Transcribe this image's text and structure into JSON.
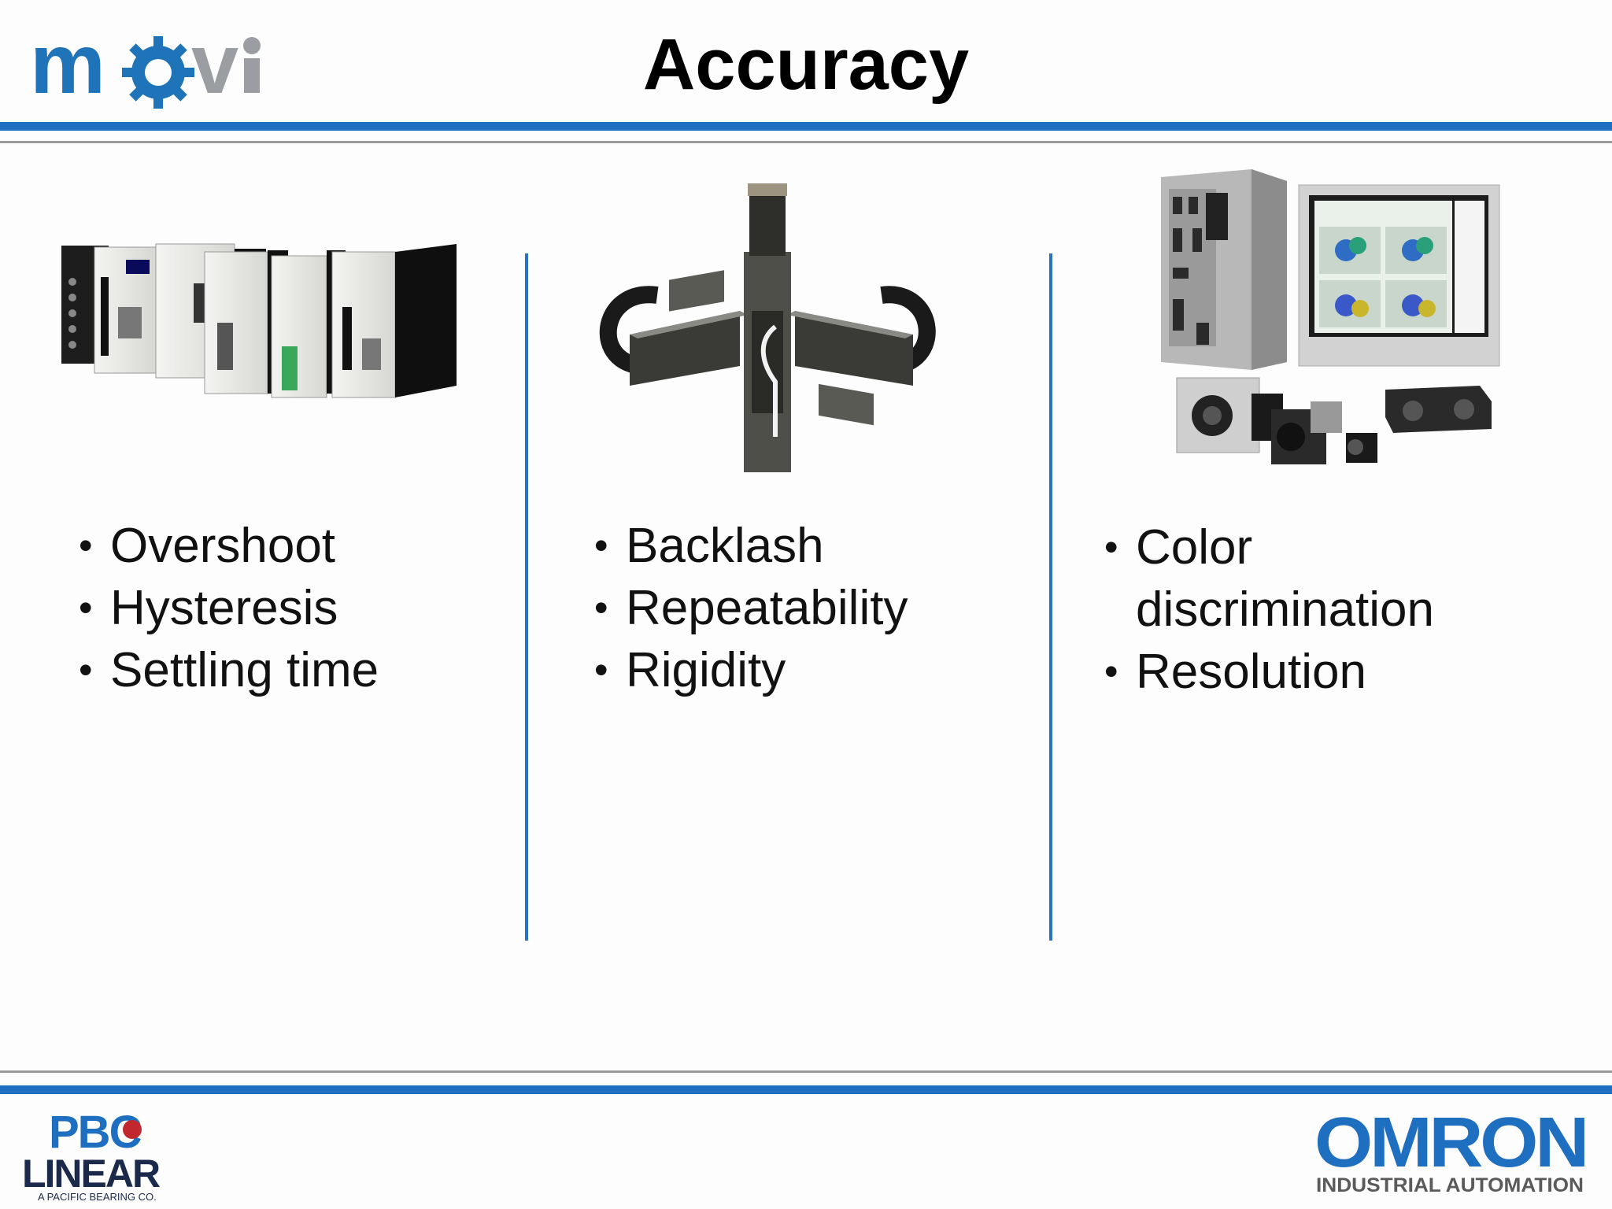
{
  "slide": {
    "title": "Accuracy"
  },
  "logos": {
    "top_left": "mövi",
    "bottom_left_line1": "PBC",
    "bottom_left_line2": "LINEAR",
    "bottom_left_tagline": "A PACIFIC BEARING CO.",
    "bottom_right_line1": "OMRON",
    "bottom_right_line2": "INDUSTRIAL AUTOMATION"
  },
  "columns": [
    {
      "image": "motion-controller-modules",
      "bullets": [
        "Overshoot",
        "Hysteresis",
        "Settling time"
      ]
    },
    {
      "image": "xyz-linear-stage",
      "bullets": [
        "Backlash",
        "Repeatability",
        "Rigidity"
      ]
    },
    {
      "image": "vision-system-cameras-monitor",
      "bullets": [
        "Color discrimination",
        "Resolution"
      ]
    }
  ],
  "colors": {
    "accent_blue": "#1f6fc1",
    "rule_grey": "#9a9a9a",
    "background": "#fdfdfd"
  }
}
